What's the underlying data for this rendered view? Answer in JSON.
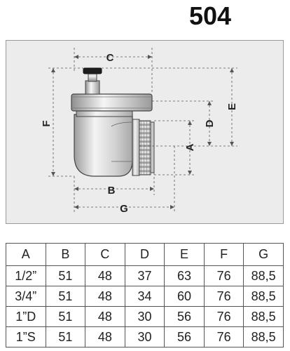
{
  "header": {
    "model_number": "504"
  },
  "drawing": {
    "labels": {
      "a": "A",
      "b": "B",
      "c": "C",
      "d": "D",
      "e": "E",
      "f": "F",
      "g": "G"
    }
  },
  "table": {
    "columns": [
      "A",
      "B",
      "C",
      "D",
      "E",
      "F",
      "G"
    ],
    "rows": [
      [
        "1/2”",
        "51",
        "48",
        "37",
        "63",
        "76",
        "88,5"
      ],
      [
        "3/4”",
        "51",
        "48",
        "34",
        "60",
        "76",
        "88,5"
      ],
      [
        "1”D",
        "51",
        "48",
        "30",
        "56",
        "76",
        "88,5"
      ],
      [
        "1”S",
        "51",
        "48",
        "30",
        "56",
        "76",
        "88,5"
      ]
    ]
  }
}
